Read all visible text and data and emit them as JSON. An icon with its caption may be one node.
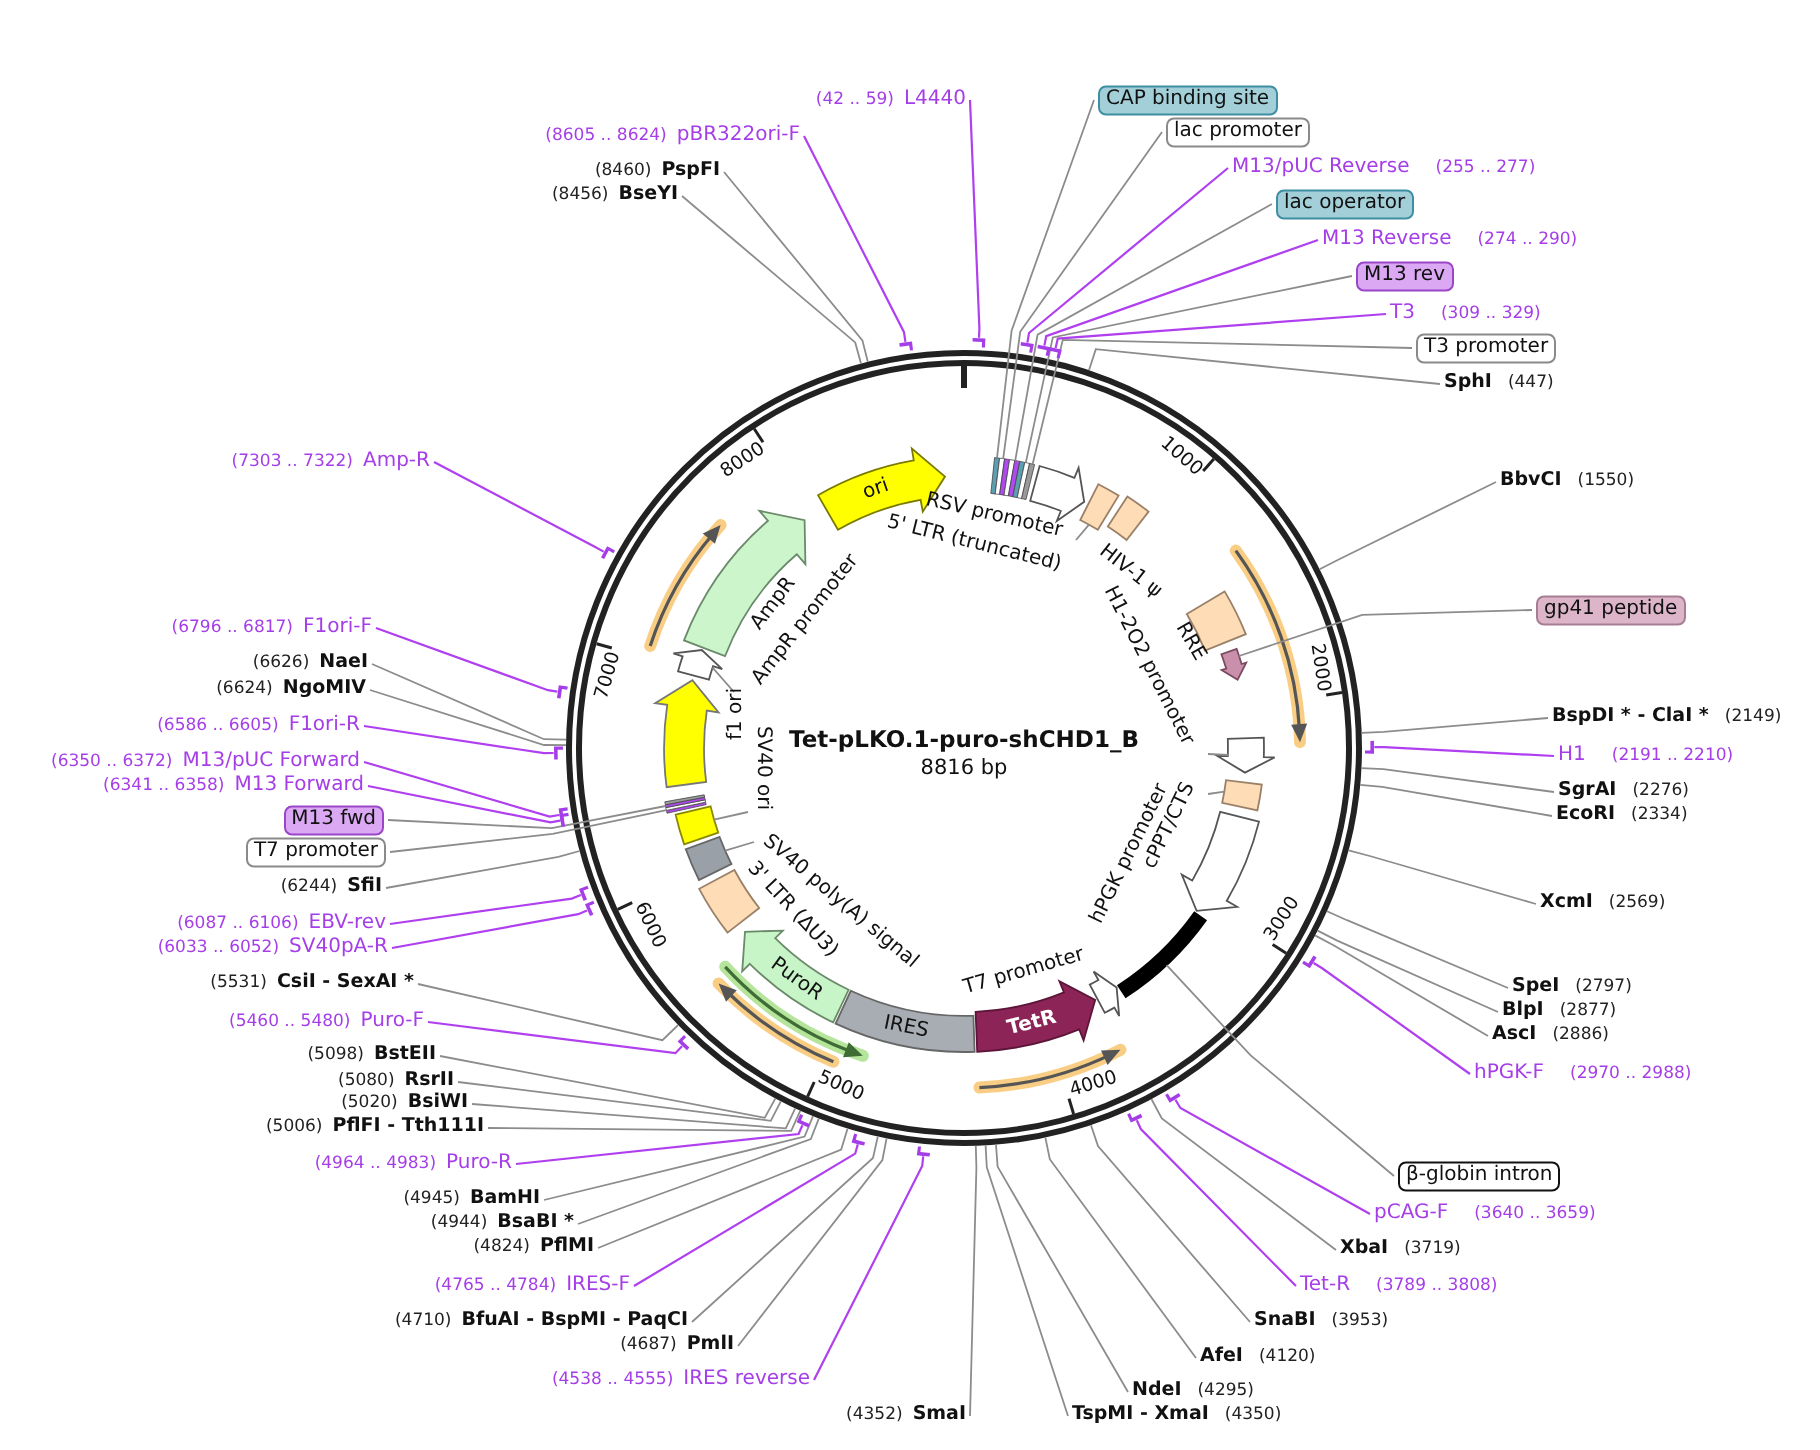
{
  "diagram": {
    "nodes": [
      {
        "text": [
          "Tet-pLKO.1-puro-shCHD1_B",
          "8816 bp"
        ]
      },
      {
        "text": [],
        "shape": "bar",
        "in": 0
      },
      {
        "text": [
          "RSV promoter"
        ],
        "in": 0
      },
      {
        "text": [
          "5' LTR (truncated)"
        ],
        "in": 0
      },
      {
        "text": [
          "HIV-1 ψ"
        ],
        "in": 0
      },
      {
        "text": [
          "RRE"
        ],
        "in": 0
      },
      {
        "text": [],
        "shape": "arrow",
        "in": 0
      },
      {
        "text": [
          "H1-2O2 promoter"
        ],
        "in": 0
      },
      {
        "text": [
          "cPPT/CTS"
        ],
        "in": 0
      },
      {
        "text": [
          "hPGK promoter"
        ],
        "in": 0
      },
      {
        "text": [],
        "shape": "bar",
        "in": 0
      },
      {
        "text": [
          "T7 promoter"
        ],
        "in": 0
      },
      {
        "text": [
          "TetR"
        ],
        "in": 0
      },
      {
        "text": [
          "IRES"
        ],
        "in": 0
      },
      {
        "text": [
          "PuroR"
        ],
        "in": 0
      },
      {
        "text": [
          "3' LTR (ΔU3)"
        ],
        "in": 0
      },
      {
        "text": [
          "SV40 poly(A) signal"
        ],
        "in": 0
      },
      {
        "text": [
          "SV40 ori"
        ],
        "in": 0
      },
      {
        "text": [],
        "shape": "bar",
        "in": 0
      },
      {
        "text": [
          "f1 ori"
        ],
        "in": 0
      },
      {
        "text": [
          "AmpR promoter"
        ],
        "in": 0
      },
      {
        "text": [
          "AmpR"
        ],
        "in": 0
      },
      {
        "text": [
          "ori"
        ],
        "in": 0
      },
      {
        "text": [
          "(42 .. 59)",
          "L4440"
        ]
      },
      {
        "text": [
          "CAP binding site"
        ]
      },
      {
        "text": [
          "lac promoter"
        ]
      },
      {
        "text": [
          "M13/pUC Reverse",
          "(255 .. 277)"
        ]
      },
      {
        "text": [
          "lac operator"
        ]
      },
      {
        "text": [
          "M13 Reverse",
          "(274 .. 290)"
        ]
      },
      {
        "text": [
          "M13 rev"
        ]
      },
      {
        "text": [
          "T3",
          "(309 .. 329)"
        ]
      },
      {
        "text": [
          "T3 promoter"
        ]
      },
      {
        "text": [
          "SphI",
          "(447)"
        ]
      },
      {
        "text": [
          "BbvCI",
          "(1550)"
        ]
      },
      {
        "text": [
          "gp41 peptide"
        ]
      },
      {
        "text": [
          "BspDI * - ClaI *",
          "(2149)"
        ]
      },
      {
        "text": [
          "H1",
          "(2191 .. 2210)"
        ]
      },
      {
        "text": [
          "SgrAI",
          "(2276)"
        ]
      },
      {
        "text": [
          "EcoRI",
          "(2334)"
        ]
      },
      {
        "text": [
          "XcmI",
          "(2569)"
        ]
      },
      {
        "text": [
          "SpeI",
          "(2797)"
        ]
      },
      {
        "text": [
          "BlpI",
          "(2877)"
        ]
      },
      {
        "text": [
          "AscI",
          "(2886)"
        ]
      },
      {
        "text": [
          "hPGK-F",
          "(2970 .. 2988)"
        ]
      },
      {
        "text": [
          "β-globin intron"
        ]
      },
      {
        "text": [
          "pCAG-F",
          "(3640 .. 3659)"
        ]
      },
      {
        "text": [
          "XbaI",
          "(3719)"
        ]
      },
      {
        "text": [
          "Tet-R",
          "(3789 .. 3808)"
        ]
      },
      {
        "text": [
          "SnaBI",
          "(3953)"
        ]
      },
      {
        "text": [
          "AfeI",
          "(4120)"
        ]
      },
      {
        "text": [
          "NdeI",
          "(4295)"
        ]
      },
      {
        "text": [
          "TspMI - XmaI",
          "(4350)"
        ]
      },
      {
        "text": [
          "(4352)",
          "SmaI"
        ]
      },
      {
        "text": [
          "(4538 .. 4555)",
          "IRES reverse"
        ]
      },
      {
        "text": [
          "(4687)",
          "PmlI"
        ]
      },
      {
        "text": [
          "(4710)",
          "BfuAI - BspMI - PaqCI"
        ]
      },
      {
        "text": [
          "(4765 .. 4784)",
          "IRES-F"
        ]
      },
      {
        "text": [
          "(4824)",
          "PflMI"
        ]
      },
      {
        "text": [
          "(4944)",
          "BsaBI *"
        ]
      },
      {
        "text": [
          "(4945)",
          "BamHI"
        ]
      },
      {
        "text": [
          "(4964 .. 4983)",
          "Puro-R"
        ]
      },
      {
        "text": [
          "(5006)",
          "PflFI - Tth111I"
        ]
      },
      {
        "text": [
          "(5020)",
          "BsiWI"
        ]
      },
      {
        "text": [
          "(5080)",
          "RsrII"
        ]
      },
      {
        "text": [
          "(5098)",
          "BstEII"
        ]
      },
      {
        "text": [
          "(5460 .. 5480)",
          "Puro-F"
        ]
      },
      {
        "text": [
          "(5531)",
          "CsiI - SexAI *"
        ]
      },
      {
        "text": [
          "(6033 .. 6052)",
          "SV40pA-R"
        ]
      },
      {
        "text": [
          "(6087 .. 6106)",
          "EBV-rev"
        ]
      },
      {
        "text": [
          "(6244)",
          "SfiI"
        ]
      },
      {
        "text": [
          "T7 promoter"
        ]
      },
      {
        "text": [
          "M13 fwd"
        ]
      },
      {
        "text": [
          "(6341 .. 6358)",
          "M13 Forward"
        ]
      },
      {
        "text": [
          "(6350 .. 6372)",
          "M13/pUC Forward"
        ]
      },
      {
        "text": [
          "(6586 .. 6605)",
          "F1ori-R"
        ]
      },
      {
        "text": [
          "(6624)",
          "NgoMIV"
        ]
      },
      {
        "text": [
          "(6626)",
          "NaeI"
        ]
      },
      {
        "text": [
          "(6796 .. 6817)",
          "F1ori-F"
        ]
      },
      {
        "text": [
          "(7303 .. 7322)",
          "Amp-R"
        ]
      },
      {
        "text": [
          "(8456)",
          "BseYI"
        ]
      },
      {
        "text": [
          "(8460)",
          "PspFI"
        ]
      },
      {
        "text": [
          "(8605 .. 8624)",
          "pBR322ori-F"
        ]
      },
      {
        "text": [],
        "shape": "box",
        "in": 0
      },
      {
        "text": [],
        "shape": "arrow",
        "in": 0
      },
      {
        "text": [],
        "shape": "box",
        "in": 0
      },
      {
        "text": [],
        "shape": "box",
        "in": 0
      },
      {
        "text": [],
        "shape": "box",
        "in": 0
      },
      {
        "text": [],
        "shape": "arrow",
        "in": 0
      },
      {
        "text": [],
        "shape": "bar"
      },
      {
        "text": [],
        "shape": "bar"
      },
      {
        "text": [],
        "shape": "bar"
      },
      {
        "text": [],
        "shape": "bar"
      },
      {
        "text": [],
        "shape": "bar"
      },
      {
        "text": [],
        "shape": "bar"
      },
      {
        "text": [],
        "shape": "bar"
      },
      {
        "text": [],
        "shape": "bar"
      },
      {
        "text": [],
        "shape": "bar"
      },
      {
        "text": [],
        "shape": "bar"
      },
      {
        "text": [],
        "shape": "bar"
      },
      {
        "text": [],
        "shape": "bar"
      },
      {
        "text": [],
        "shape": "bar"
      },
      {
        "text": [],
        "shape": "bar"
      },
      {
        "text": [],
        "shape": "bar"
      },
      {
        "text": [],
        "shape": "bar"
      },
      {
        "text": [],
        "shape": "bar"
      },
      {
        "text": [],
        "shape": "bar"
      },
      {
        "text": [],
        "shape": "bar"
      },
      {
        "text": [],
        "shape": "bar"
      }
    ],
    "edges": [
      {
        "from": 23,
        "to": 88,
        "arrow": "none",
        "color": "#b03ff0"
      },
      {
        "from": 24,
        "to": 1,
        "arrow": "none"
      },
      {
        "from": 25,
        "to": 1,
        "arrow": "none"
      },
      {
        "from": 26,
        "to": 89,
        "arrow": "none",
        "color": "#b03ff0"
      },
      {
        "from": 27,
        "to": 1,
        "arrow": "none"
      },
      {
        "from": 28,
        "to": 90,
        "arrow": "none",
        "color": "#b03ff0"
      },
      {
        "from": 29,
        "to": 1,
        "arrow": "none"
      },
      {
        "from": 30,
        "to": 91,
        "arrow": "none",
        "color": "#b03ff0"
      },
      {
        "from": 31,
        "to": 1,
        "arrow": "none"
      },
      {
        "from": 32,
        "to": 0,
        "arrow": "none"
      },
      {
        "from": 33,
        "to": 0,
        "arrow": "none"
      },
      {
        "from": 34,
        "to": 6,
        "arrow": "none"
      },
      {
        "from": 35,
        "to": 0,
        "arrow": "none"
      },
      {
        "from": 36,
        "to": 92,
        "arrow": "none",
        "color": "#b03ff0"
      },
      {
        "from": 37,
        "to": 0,
        "arrow": "none"
      },
      {
        "from": 38,
        "to": 0,
        "arrow": "none"
      },
      {
        "from": 39,
        "to": 0,
        "arrow": "none"
      },
      {
        "from": 40,
        "to": 0,
        "arrow": "none"
      },
      {
        "from": 41,
        "to": 0,
        "arrow": "none"
      },
      {
        "from": 42,
        "to": 0,
        "arrow": "none"
      },
      {
        "from": 43,
        "to": 93,
        "arrow": "none",
        "color": "#b03ff0"
      },
      {
        "from": 44,
        "to": 10,
        "arrow": "none"
      },
      {
        "from": 45,
        "to": 94,
        "arrow": "none",
        "color": "#b03ff0"
      },
      {
        "from": 46,
        "to": 0,
        "arrow": "none"
      },
      {
        "from": 47,
        "to": 95,
        "arrow": "none",
        "color": "#b03ff0"
      },
      {
        "from": 48,
        "to": 0,
        "arrow": "none"
      },
      {
        "from": 49,
        "to": 0,
        "arrow": "none"
      },
      {
        "from": 50,
        "to": 0,
        "arrow": "none"
      },
      {
        "from": 51,
        "to": 0,
        "arrow": "none"
      },
      {
        "from": 52,
        "to": 0,
        "arrow": "none"
      },
      {
        "from": 53,
        "to": 96,
        "arrow": "none",
        "color": "#b03ff0"
      },
      {
        "from": 54,
        "to": 0,
        "arrow": "none"
      },
      {
        "from": 55,
        "to": 0,
        "arrow": "none"
      },
      {
        "from": 56,
        "to": 97,
        "arrow": "none",
        "color": "#b03ff0"
      },
      {
        "from": 57,
        "to": 0,
        "arrow": "none"
      },
      {
        "from": 58,
        "to": 0,
        "arrow": "none"
      },
      {
        "from": 59,
        "to": 0,
        "arrow": "none"
      },
      {
        "from": 60,
        "to": 98,
        "arrow": "none",
        "color": "#b03ff0"
      },
      {
        "from": 61,
        "to": 0,
        "arrow": "none"
      },
      {
        "from": 62,
        "to": 0,
        "arrow": "none"
      },
      {
        "from": 63,
        "to": 0,
        "arrow": "none"
      },
      {
        "from": 64,
        "to": 0,
        "arrow": "none"
      },
      {
        "from": 65,
        "to": 99,
        "arrow": "none",
        "color": "#b03ff0"
      },
      {
        "from": 66,
        "to": 0,
        "arrow": "none"
      },
      {
        "from": 67,
        "to": 100,
        "arrow": "none",
        "color": "#b03ff0"
      },
      {
        "from": 68,
        "to": 101,
        "arrow": "none",
        "color": "#b03ff0"
      },
      {
        "from": 69,
        "to": 0,
        "arrow": "none"
      },
      {
        "from": 70,
        "to": 18,
        "arrow": "none"
      },
      {
        "from": 71,
        "to": 18,
        "arrow": "none"
      },
      {
        "from": 72,
        "to": 102,
        "arrow": "none",
        "color": "#b03ff0"
      },
      {
        "from": 73,
        "to": 103,
        "arrow": "none",
        "color": "#b03ff0"
      },
      {
        "from": 74,
        "to": 104,
        "arrow": "none",
        "color": "#b03ff0"
      },
      {
        "from": 75,
        "to": 0,
        "arrow": "none"
      },
      {
        "from": 76,
        "to": 0,
        "arrow": "none"
      },
      {
        "from": 77,
        "to": 105,
        "arrow": "none",
        "color": "#b03ff0"
      },
      {
        "from": 78,
        "to": 106,
        "arrow": "none",
        "color": "#b03ff0"
      },
      {
        "from": 79,
        "to": 0,
        "arrow": "none"
      },
      {
        "from": 80,
        "to": 0,
        "arrow": "none"
      },
      {
        "from": 81,
        "to": 107,
        "arrow": "none",
        "color": "#b03ff0"
      },
      {
        "from": 3,
        "to": 82,
        "arrow": "none"
      },
      {
        "from": 7,
        "to": 83,
        "arrow": "none"
      },
      {
        "from": 8,
        "to": 84,
        "arrow": "none"
      },
      {
        "from": 16,
        "to": 85,
        "arrow": "none"
      },
      {
        "from": 17,
        "to": 86,
        "arrow": "none"
      },
      {
        "from": 20,
        "to": 87,
        "arrow": "none"
      }
    ],
    "labels": [
      "1000",
      "2000",
      "3000",
      "4000",
      "5000",
      "6000",
      "7000",
      "8000"
    ]
  }
}
